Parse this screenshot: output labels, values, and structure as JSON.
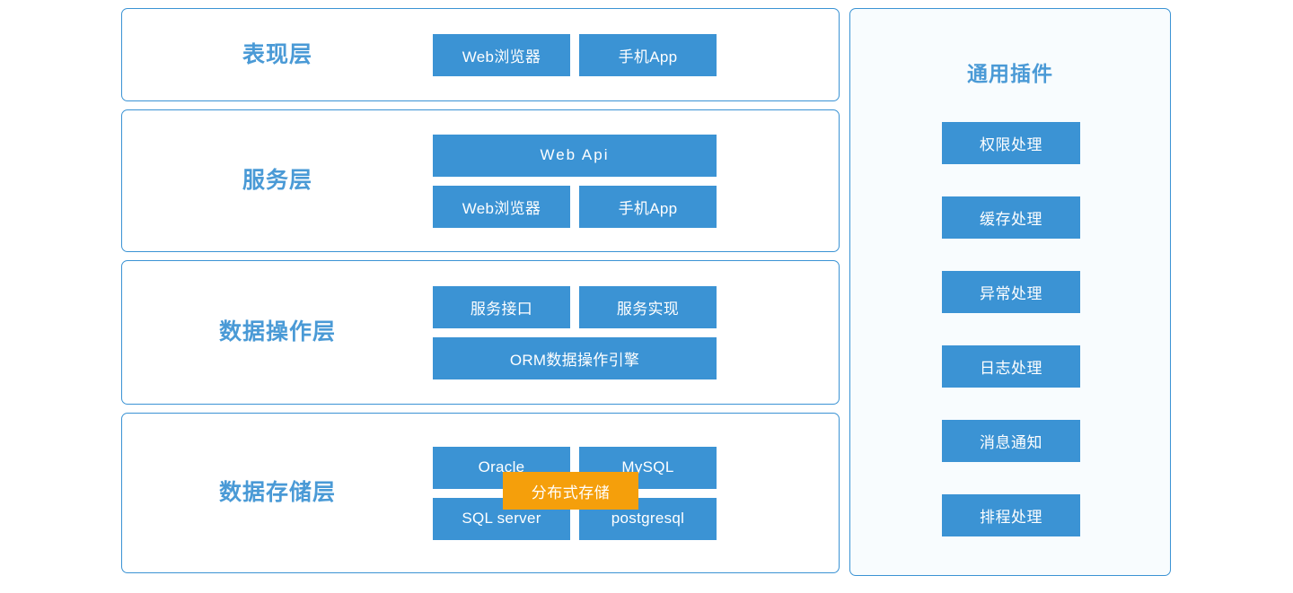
{
  "diagram": {
    "title_color": "#4a9ad6",
    "box_color": "#3b93d4",
    "highlight_color": "#f59f0b",
    "panel_bg": "#f8fcfe"
  },
  "layers": [
    {
      "title": "表现层",
      "rows": [
        {
          "items": [
            {
              "label": "Web浏览器",
              "size": "half"
            },
            {
              "label": "手机App",
              "size": "half"
            }
          ]
        }
      ]
    },
    {
      "title": "服务层",
      "rows": [
        {
          "items": [
            {
              "label": "Web  Api",
              "size": "full"
            }
          ]
        },
        {
          "items": [
            {
              "label": "Web浏览器",
              "size": "half"
            },
            {
              "label": "手机App",
              "size": "half"
            }
          ]
        }
      ]
    },
    {
      "title": "数据操作层",
      "rows": [
        {
          "items": [
            {
              "label": "服务接口",
              "size": "half"
            },
            {
              "label": "服务实现",
              "size": "half"
            }
          ]
        },
        {
          "items": [
            {
              "label": "ORM数据操作引擎",
              "size": "full"
            }
          ]
        }
      ]
    },
    {
      "title": "数据存储层",
      "rows": [
        {
          "items": [
            {
              "label": "Oracle",
              "size": "half"
            },
            {
              "label": "MySQL",
              "size": "half"
            }
          ]
        },
        {
          "items": [
            {
              "label": "SQL server",
              "size": "half"
            },
            {
              "label": "postgresql",
              "size": "half"
            }
          ]
        }
      ]
    }
  ],
  "overlay": {
    "label": "分布式存储"
  },
  "plugins": {
    "title": "通用插件",
    "items": [
      {
        "label": "权限处理"
      },
      {
        "label": "缓存处理"
      },
      {
        "label": "异常处理"
      },
      {
        "label": "日志处理"
      },
      {
        "label": "消息通知"
      },
      {
        "label": "排程处理"
      }
    ]
  }
}
